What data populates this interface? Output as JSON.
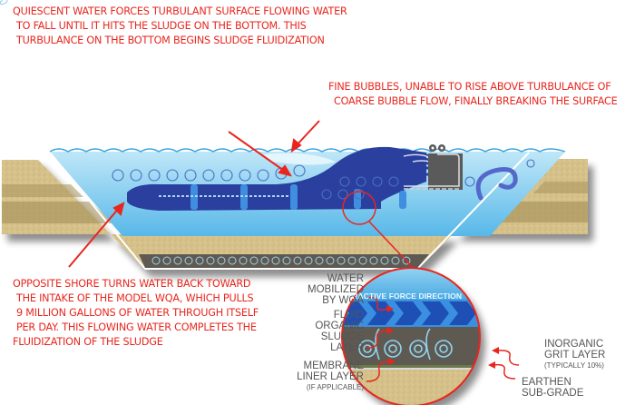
{
  "callouts": {
    "top": {
      "lines": [
        "QUIESCENT WATER FORCES TURBULANT SURFACE FLOWING WATER",
        "TO FALL UNTIL IT HITS THE SLUDGE ON THE BOTTOM.  THIS",
        "TURBULANCE ON THE BOTTOM BEGINS SLUDGE FLUIDIZATION"
      ]
    },
    "right": {
      "lines": [
        "FINE BUBBLES, UNABLE TO RISE ABOVE TURBULANCE OF",
        "COARSE BUBBLE FLOW, FINALLY BREAKING THE SURFACE"
      ]
    },
    "bottom": {
      "lines": [
        "OPPOSITE SHORE TURNS WATER BACK TOWARD",
        "THE INTAKE OF THE MODEL WQA, WHICH PULLS",
        "9 MILLION GALLONS OF WATER THROUGH ITSELF",
        "PER DAY.  THIS FLOWING WATER COMPLETES THE",
        "FLUIDIZATION OF THE SLUDGE"
      ]
    }
  },
  "detail": {
    "tractive_label": "TRACTIVE FORCE DIRECTION",
    "left_labels": [
      {
        "lines": [
          "WATER",
          "MOBILIZED",
          "BY WQA"
        ],
        "note": ""
      },
      {
        "lines": [
          "FLUID",
          "ORGANIC",
          "SLUDGE",
          "LAYER"
        ],
        "note": ""
      },
      {
        "lines": [
          "MEMBRANE",
          "LINER LAYER"
        ],
        "note": "(IF APPLICABLE)"
      }
    ],
    "right_labels": [
      {
        "lines": [
          "INORGANIC",
          "GRIT LAYER"
        ],
        "note": "(TYPICALLY 10%)"
      },
      {
        "lines": [
          "EARTHEN",
          "SUB-GRADE"
        ],
        "note": ""
      }
    ]
  },
  "colors": {
    "callout_red": "#e8261e",
    "water_light": "#8fd3f0",
    "water_mid": "#4fb3e6",
    "flow_dark": "#2a3f9e",
    "flow_blue": "#2f7fd6",
    "sand": "#d9c48c",
    "sand_dark": "#b8a46a",
    "sludge": "#5e5a52",
    "device_gray": "#5a5a5a",
    "label_gray": "#555555"
  }
}
